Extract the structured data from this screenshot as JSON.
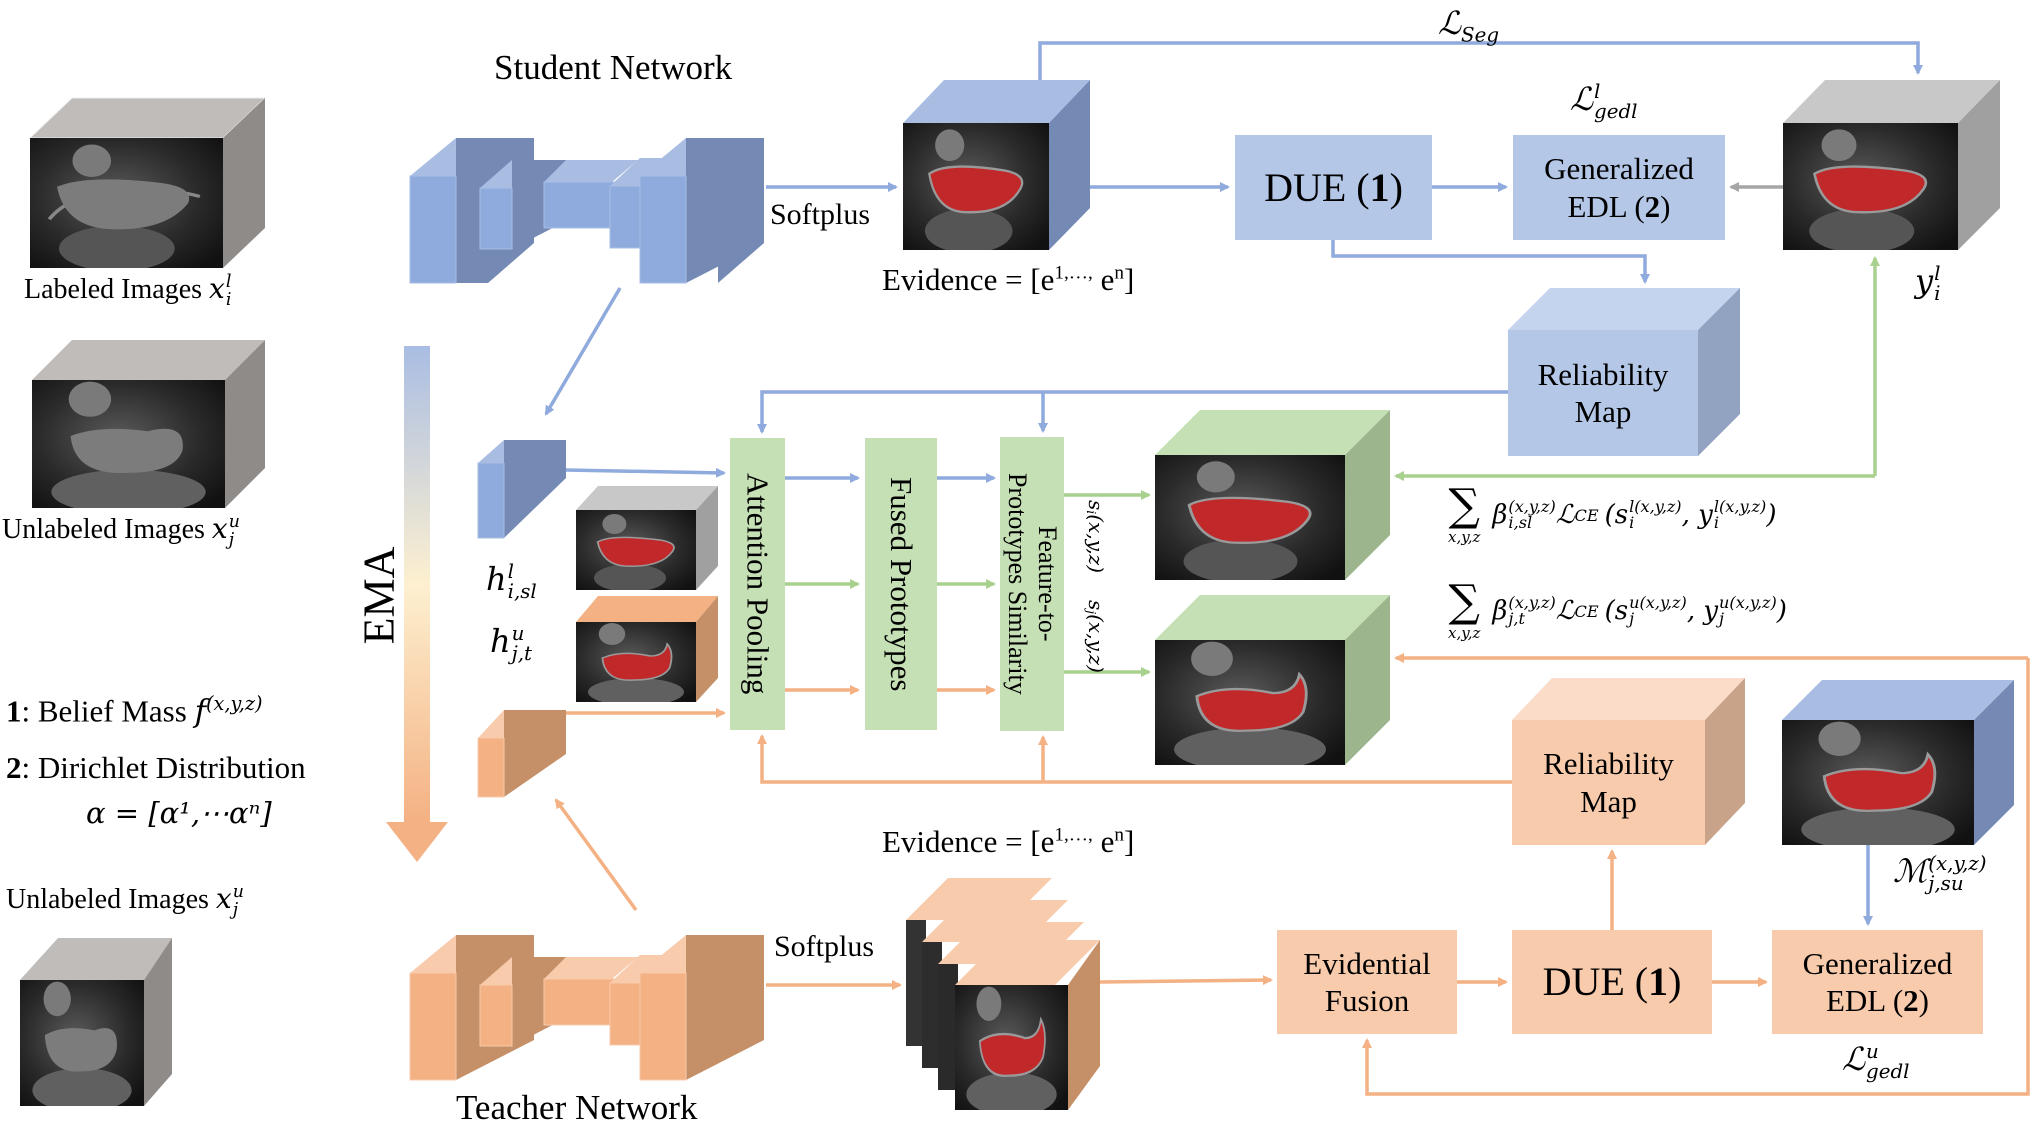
{
  "figure": {
    "student_network_label": "Student Network",
    "teacher_network_label": "Teacher Network",
    "ema_label": "EMA",
    "softplus_label": "Softplus",
    "evidence_label": "Evidence = [e",
    "evidence_sup1": "1,…,",
    "evidence_mid": " e",
    "evidence_supn": "n",
    "evidence_end": "]",
    "labeled_images": {
      "text": "Labeled Images ",
      "var": "x",
      "sup": "l",
      "sub": "i"
    },
    "unlabeled_images_top": {
      "text": "Unlabeled Images ",
      "var": "x",
      "sup": "u",
      "sub": "j"
    },
    "unlabeled_images_bottom": {
      "text": "Unlabeled Images ",
      "var": "x",
      "sup": "u",
      "sub": "j"
    },
    "legend": {
      "item1_num": "1",
      "item1_text": ": Belief Mass ",
      "item1_math": "f",
      "item1_sup": "(x,y,z)",
      "item2_num": "2",
      "item2_text": ": Dirichlet Distribution",
      "item2_math": "α = [α¹,⋯αⁿ]"
    },
    "blocks": {
      "due_top": {
        "text": "DUE (",
        "num": "1",
        "end": ")"
      },
      "gen_edl_top": {
        "line1": "Generalized",
        "line2": "EDL (",
        "num": "2",
        "end": ")"
      },
      "reliability_top": {
        "line1": "Reliability",
        "line2": "Map"
      },
      "attention_pooling": "Attention Pooling",
      "fused_prototypes": "Fused Prototypes",
      "feature_proto_line1": "Feature-to-",
      "feature_proto_line2": "Prototypes Similarity",
      "reliability_bottom": {
        "line1": "Reliability",
        "line2": "Map"
      },
      "evidential_fusion": {
        "line1": "Evidential",
        "line2": "Fusion"
      },
      "due_bottom": {
        "text": "DUE (",
        "num": "1",
        "end": ")"
      },
      "gen_edl_bottom": {
        "line1": "Generalized",
        "line2": "EDL (",
        "num": "2",
        "end": ")"
      }
    },
    "math_labels": {
      "loss_seg": "ℒ",
      "loss_seg_sub": "Seg",
      "loss_gedl_l": "ℒ",
      "loss_gedl_l_sup": "l",
      "loss_gedl_l_sub": "gedl",
      "loss_gedl_u": "ℒ",
      "loss_gedl_u_sup": "u",
      "loss_gedl_u_sub": "gedl",
      "y_label": "y",
      "y_sup": "l",
      "y_sub": "i",
      "h_l": "h",
      "h_l_sup": "l",
      "h_l_sub": "i,sl",
      "h_u": "h",
      "h_u_sup": "u",
      "h_u_sub": "j,t",
      "s_i": "s",
      "s_i_sub": "i",
      "s_i_sup": "(x,y,z)",
      "s_j": "s",
      "s_j_sub": "j",
      "s_j_sup": "(x,y,z)",
      "m_label": "ℳ",
      "m_sup": "(x,y,z)",
      "m_sub": "j,su",
      "sum_symbol": "∑",
      "sum_sub": "x,y,z",
      "loss_l_beta": "β",
      "loss_l_beta_sup": "(x,y,z)",
      "loss_l_beta_sub": "i,sl",
      "loss_l_ce": "ℒ",
      "loss_l_ce_sub": "CE",
      "loss_l_args": "(s",
      "loss_l_s_sup": "l(x,y,z)",
      "loss_l_s_sub": "i",
      "loss_l_y": ", y",
      "loss_l_y_sup": "l(x,y,z)",
      "loss_l_y_sub": "i",
      "loss_l_close": ")",
      "loss_u_beta": "β",
      "loss_u_beta_sup": "(x,y,z)",
      "loss_u_beta_sub": "j,t",
      "loss_u_ce": "ℒ",
      "loss_u_ce_sub": "CE",
      "loss_u_args": "(s",
      "loss_u_s_sup": "u(x,y,z)",
      "loss_u_s_sub": "j",
      "loss_u_y": ", y",
      "loss_u_y_sup": "u(x,y,z)",
      "loss_u_y_sub": "j",
      "loss_u_close": ")"
    },
    "colors": {
      "student_blue": "#8faadc",
      "student_blue_dark": "#7489b3",
      "student_blue_light": "#a9bde3",
      "box_blue": "#b4c7e7",
      "teacher_orange": "#f4b183",
      "teacher_orange_dark": "#c59067",
      "teacher_orange_light": "#f8cbad",
      "green": "#c5e0b4",
      "green_dark": "#9cb58d",
      "green_arrow": "#a9d18e",
      "gray_top": "#bfbfbf",
      "gray_side": "#8c8c8c",
      "mask_red": "#c0282a"
    }
  }
}
